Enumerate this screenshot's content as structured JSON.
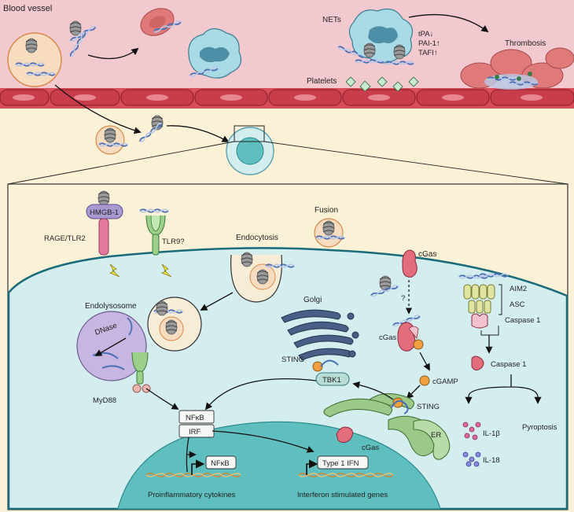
{
  "header": {
    "blood_vessel": "Blood vessel"
  },
  "vessel": {
    "nets": "NETs",
    "tpa": "tPA↓",
    "pai": "PAI-1↑",
    "tafi": "TAFI↑",
    "thrombosis": "Thrombosis",
    "platelets": "Platelets"
  },
  "membrane": {
    "hmgb1": "HMGB-1",
    "rage_tlr2": "RAGE/TLR2",
    "tlr9": "TLR9?",
    "fusion": "Fusion",
    "endocytosis": "Endocytosis"
  },
  "cytoplasm": {
    "endolysosome": "Endolysosome",
    "dnase": "DNase",
    "myd88": "MyD88",
    "golgi": "Golgi",
    "sting_golgi": "STING",
    "tbk1": "TBK1",
    "cgas_top": "cGas",
    "question": "?",
    "cgas_mid": "cGas",
    "cgamp": "cGAMP",
    "sting_er": "STING",
    "er": "ER",
    "nfkb_box": "NFκB",
    "irf_box": "IRF"
  },
  "inflammasome": {
    "aim2": "AIM2",
    "asc": "ASC",
    "caspase1_complex": "Caspase 1",
    "caspase1": "Caspase 1",
    "il1b": "IL-1β",
    "il18": "IL-18",
    "pyroptosis": "Pyroptosis"
  },
  "nucleus": {
    "nfkb_gene": "NFκB",
    "type1_ifn": "Type 1 IFN",
    "cgas_nuc": "cGas",
    "proinflammatory": "Proinflammatory cytokines",
    "isg": "Interferon stimulated genes"
  },
  "colors": {
    "vessel": "#f2c9cf",
    "endothelium": "#d94d5a",
    "tissue": "#fbf1d6",
    "cell": "#d4eef0",
    "nucleus": "#5fbfbf",
    "dna_blue": "#4a6fb5",
    "histone": "#8a8a8a",
    "rbc": "#e07a7a",
    "lysosome": "#c8b6e2",
    "golgi": "#4a5f86",
    "er": "#9cc98a",
    "cgas": "#e36d7d",
    "sting_ball": "#f0a040",
    "aim2": "#dfe5a0"
  }
}
